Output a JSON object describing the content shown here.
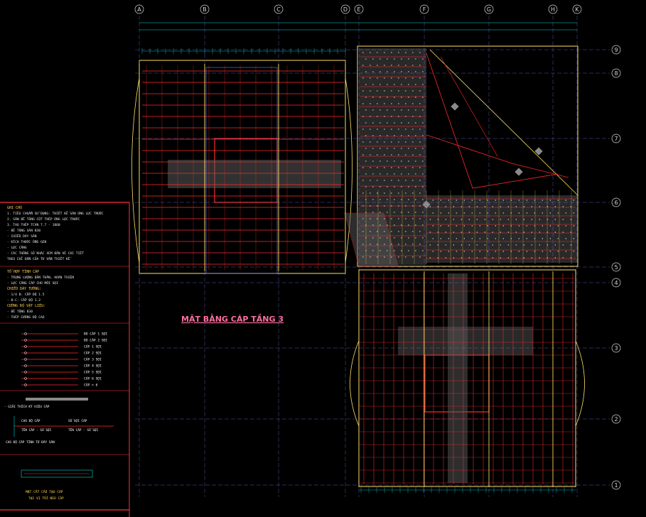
{
  "drawing": {
    "title": "MẶT BẰNG CÁP TẦNG 3",
    "colors": {
      "background": "#000000",
      "grid": "#7a7aff",
      "cable": "#ff2a2a",
      "beam": "#ffe066",
      "dim": "#00d9d9",
      "hatch": "#9a9a9a",
      "title": "#ff6fa0",
      "frame": "#ff3040"
    }
  },
  "grid_columns": [
    "A",
    "B",
    "C",
    "D",
    "E",
    "F",
    "G",
    "H",
    "K"
  ],
  "grid_rows": [
    "9",
    "8",
    "7",
    "6",
    "5",
    "4",
    "3",
    "2",
    "1"
  ],
  "notes": {
    "heading": "GHI CHÚ",
    "lines": [
      "1. TIÊU CHUẨN SỬ DỤNG: THIẾT KẾ SÀN ỨNG LỰC TRƯỚC",
      "2. SÀN BÊ TÔNG CỐT THÉP ỨNG LỰC TRƯỚC",
      "3. TAO THÉP TCVN 7.7 - 1860",
      "- BÊ TÔNG SÀN B30",
      "- CHIỀU DÀY SÀN",
      "- KÍCH THƯỚC ỐNG GEN",
      "- LỰC CĂNG",
      "- CÁC THÔNG SỐ KHÁC XEM BẢN VẼ CHI TIẾT",
      "THEO CHỈ DẪN CỦA TƯ VẤN THIẾT KẾ"
    ]
  },
  "params": {
    "heading": "TỔ HỢP TÍNH CÁP",
    "lines": [
      "- TRỌNG LƯỢNG BẢN THÂN, HOÀN THIỆN",
      "- LỰC CĂNG CÁP CHO MỖI SỢI",
      "CHIỀU DÀY TƯỜNG:",
      "- 1/4 B: CẤP ĐỘ 1.5",
      "- B-C: CẤP ĐỘ 1.2",
      "CƯỜNG ĐỘ VẬT LIỆU:",
      "- BÊ TÔNG B30",
      "- THÉP CƯỜNG ĐỘ CAO"
    ]
  },
  "legend": {
    "items": [
      {
        "label": "BÓ CÁP 1 SỢI"
      },
      {
        "label": "BÓ CÁP 2 SỢI"
      },
      {
        "label": "CÁP 1 SỢI"
      },
      {
        "label": "CÁP 2 SỢI"
      },
      {
        "label": "CÁP 3 SỢI"
      },
      {
        "label": "CÁP 4 SỢI"
      },
      {
        "label": "CÁP 5 SỢI"
      },
      {
        "label": "CÁP 6 SỢI"
      },
      {
        "label": "CÁP > 6"
      }
    ]
  },
  "cable_symbol": {
    "caption": "- GIẢI THÍCH KÝ HIỆU CÁP",
    "left_label": "CAO ĐỘ CÁP",
    "left_sub": "TÊN CÁP - SỐ SỢI",
    "right_label": "SỐ SỢI CÁP",
    "right_sub": "TÊN CÁP - SỐ SỢI",
    "bottom": "CAO ĐỘ CÁP TÍNH TỪ ĐÁY SÀN"
  },
  "detail_box": {
    "caption": "MẶT CẮT CẤU TẠO CÁP",
    "sub": "TẠI VỊ TRÍ NEO CÁP"
  }
}
